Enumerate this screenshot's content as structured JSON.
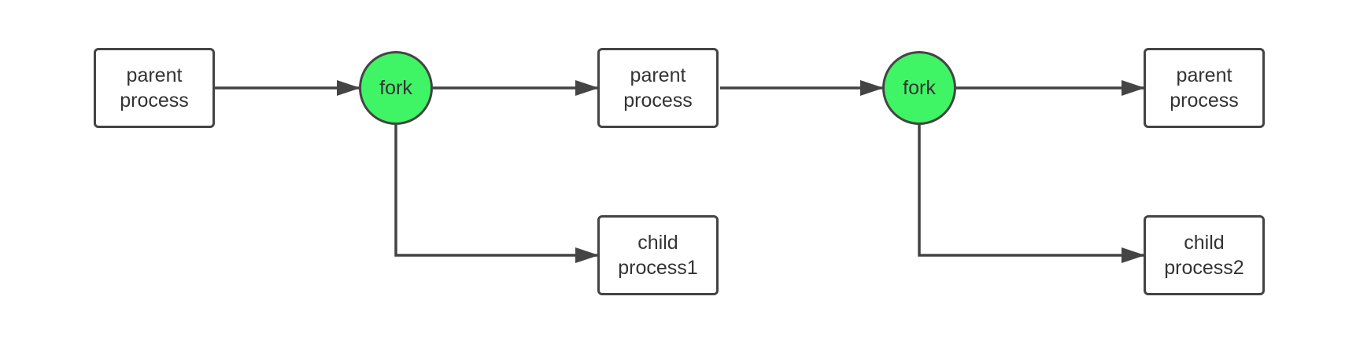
{
  "colors": {
    "fork_fill": "#3ff565",
    "stroke": "#444444",
    "text": "#333333"
  },
  "nodes": {
    "parent_process_1": "parent\nprocess",
    "fork_1": "fork",
    "parent_process_2": "parent\nprocess",
    "child_process_1": "child\nprocess1",
    "fork_2": "fork",
    "parent_process_3": "parent\nprocess",
    "child_process_2": "child\nprocess2"
  }
}
